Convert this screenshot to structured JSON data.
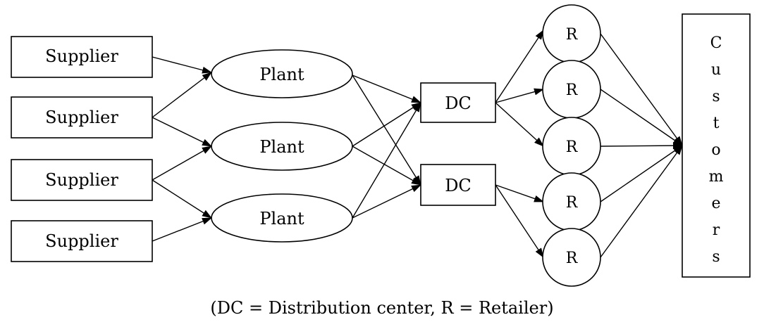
{
  "diagram": {
    "suppliers": [
      "Supplier",
      "Supplier",
      "Supplier",
      "Supplier"
    ],
    "plants": [
      "Plant",
      "Plant",
      "Plant"
    ],
    "dcs": [
      "DC",
      "DC"
    ],
    "retailers": [
      "R",
      "R",
      "R",
      "R",
      "R"
    ],
    "customers_letters": [
      "C",
      "u",
      "s",
      "t",
      "o",
      "m",
      "e",
      "r",
      "s"
    ],
    "caption": "(DC = Distribution center, R = Retailer)",
    "edges": [
      {
        "from": "supplier-1",
        "to": "plant-1"
      },
      {
        "from": "supplier-2",
        "to": "plant-1"
      },
      {
        "from": "supplier-2",
        "to": "plant-2"
      },
      {
        "from": "supplier-3",
        "to": "plant-2"
      },
      {
        "from": "supplier-3",
        "to": "plant-3"
      },
      {
        "from": "supplier-4",
        "to": "plant-3"
      },
      {
        "from": "plant-1",
        "to": "dc-1"
      },
      {
        "from": "plant-1",
        "to": "dc-2"
      },
      {
        "from": "plant-2",
        "to": "dc-1"
      },
      {
        "from": "plant-2",
        "to": "dc-2"
      },
      {
        "from": "plant-3",
        "to": "dc-1"
      },
      {
        "from": "plant-3",
        "to": "dc-2"
      },
      {
        "from": "dc-1",
        "to": "retailer-1"
      },
      {
        "from": "dc-1",
        "to": "retailer-2"
      },
      {
        "from": "dc-1",
        "to": "retailer-3"
      },
      {
        "from": "dc-2",
        "to": "retailer-4"
      },
      {
        "from": "dc-2",
        "to": "retailer-5"
      },
      {
        "from": "retailer-1",
        "to": "customers"
      },
      {
        "from": "retailer-2",
        "to": "customers"
      },
      {
        "from": "retailer-3",
        "to": "customers"
      },
      {
        "from": "retailer-4",
        "to": "customers"
      },
      {
        "from": "retailer-5",
        "to": "customers"
      }
    ]
  }
}
